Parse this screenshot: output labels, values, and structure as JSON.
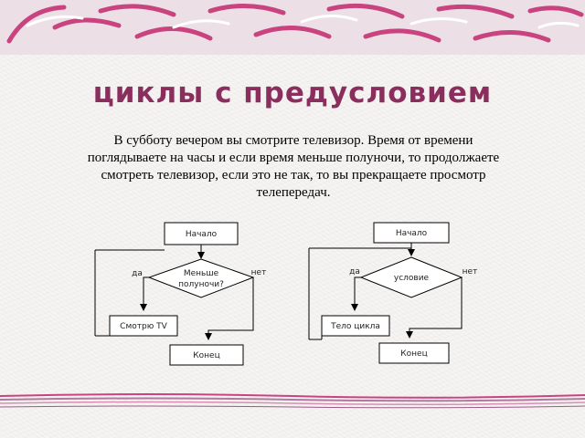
{
  "slide": {
    "title": "циклы с предусловием",
    "description": "В субботу вечером вы смотрите телевизор. Время от времени поглядываете на часы и если время меньше полуночи, то продолжаете смотреть телевизор, если это не так, то вы прекращаете просмотр телепередач."
  },
  "diagram_left": {
    "start": "Начало",
    "condition_line1": "Меньше",
    "condition_line2": "полуночи?",
    "yes": "да",
    "no": "нет",
    "action": "Смотрю TV",
    "end": "Конец"
  },
  "diagram_right": {
    "start": "Начало",
    "condition": "условие",
    "yes": "да",
    "no": "нет",
    "action": "Тело цикла",
    "end": "Конец"
  },
  "colors": {
    "title": "#8a2f5d",
    "accent_pink": "#c9437f",
    "band": "#eadbe4"
  }
}
